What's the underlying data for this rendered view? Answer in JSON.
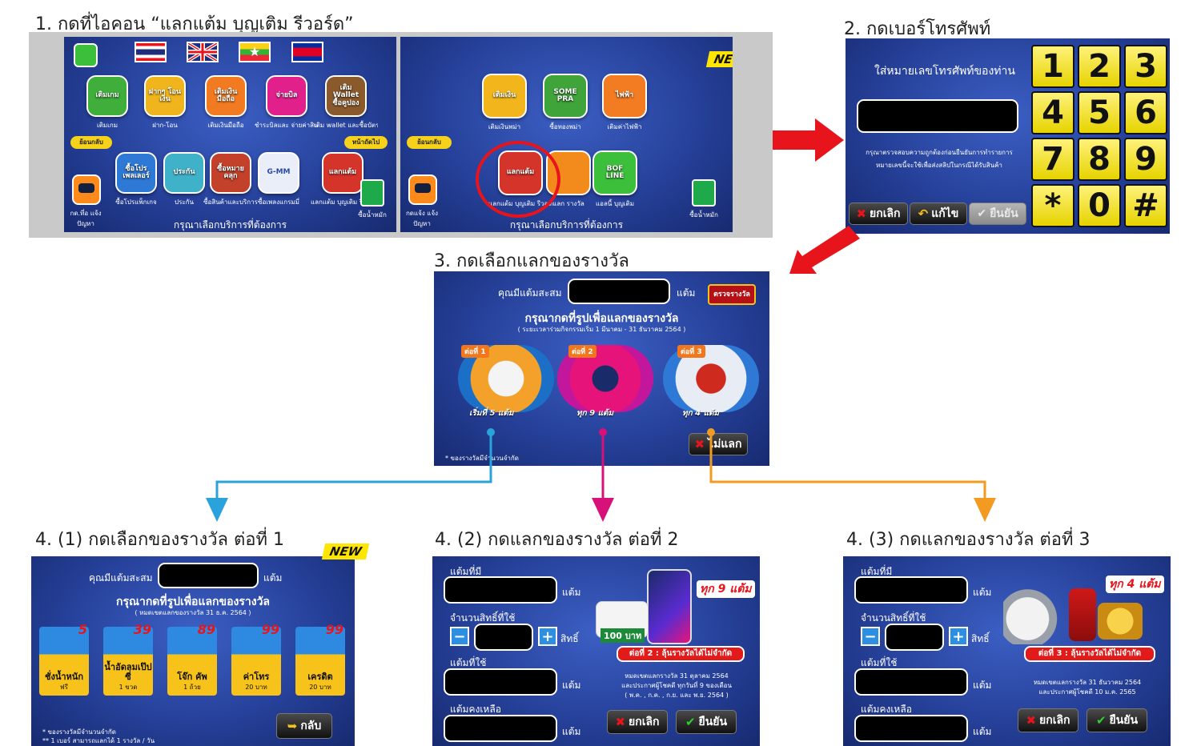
{
  "steps": {
    "step1_title": "1. กดที่ไอคอน “แลกแต้ม บุญเติม รีวอร์ด”",
    "step2_title": "2. กดเบอร์โทรศัพท์",
    "step3_title": "3. กดเลือกแลกของรางวัล",
    "step4a_title": "4. (1) กดเลือกของรางวัล ต่อที่ 1",
    "step4b_title": "4. (2) กดแลกของรางวัล ต่อที่ 2",
    "step4c_title": "4. (3) กดแลกของรางวัล ต่อที่ 3"
  },
  "colors": {
    "arrow_red": "#e8141c",
    "branch_blue": "#2aa3dc",
    "branch_magenta": "#d6127a",
    "branch_orange": "#f39a22",
    "keypad_yellow": "#f4e21a"
  },
  "screen1a": {
    "tiles": [
      {
        "label": "เติมเกม",
        "caption": "เติมเกม",
        "color": "#3fae3a"
      },
      {
        "label": "ฝากๆ โอนเงิน",
        "caption": "ฝาก-โอน",
        "color": "#f0b41c"
      },
      {
        "label": "เติมเงิน มือถือ",
        "caption": "เติมเงินมือถือ",
        "color": "#f27b21"
      },
      {
        "label": "จ่ายบิล",
        "caption": "ชำระบิลและ จ่ายค่าสินค้า",
        "color": "#e2208c"
      },
      {
        "label": "เติม Wallet ซื้อคูปอง",
        "caption": "เติม wallet และซื้อบัตร",
        "color": "#8a5a2c"
      },
      {
        "label": "ซื้อโปร เพลเลอร์",
        "caption": "ซื้อโปรแพ็กเกจ",
        "color": "#2e79d6"
      },
      {
        "label": "ประกัน",
        "caption": "ประกัน",
        "color": "#3fb1c9"
      },
      {
        "label": "ซื้อหมาย คลุก",
        "caption": "ซื้อสินค้าและบริการ",
        "color": "#c3412b"
      },
      {
        "label": "G-MM",
        "caption": "ซื้อเพลงแกรมมี่",
        "color": "#e9eef8"
      },
      {
        "label": "แลกแต้ม",
        "caption": "แลกแต้ม บุญเติม รีวอร์ด",
        "color": "#d4342a"
      }
    ],
    "footer": "กรุณาเลือกบริการที่ต้องการ",
    "pill_back": "ย้อนกลับ",
    "pill_next": "หน้าถัดไป",
    "robot_caption": "กด.ที่อ แจ้งปัญหา",
    "bag_caption": "ซื้อน้ำหมัก"
  },
  "screen1b": {
    "new_badge": "NEW",
    "tiles": [
      {
        "label": "เติมเงิน",
        "caption": "เติมเงินพม่า",
        "color": "#f2b51c"
      },
      {
        "label": "SOME PRA",
        "caption": "ซื้อทองพม่า",
        "color": "#3fa53a"
      },
      {
        "label": "ไฟฟ้า",
        "caption": "เติมค่าไฟฟ้า",
        "color": "#f37b21"
      },
      {
        "label": "แลกแต้ม",
        "caption": "แลกแต้ม บุญเติม รีวอร์ด",
        "color": "#d4342a"
      },
      {
        "label": "",
        "caption": "แลก รางวัล",
        "color": "#f38b1c"
      },
      {
        "label": "BOF LINE",
        "caption": "แอลนี้ บุญเติม",
        "color": "#3cbf3a"
      }
    ],
    "footer": "กรุณาเลือกบริการที่ต้องการ",
    "pill_back": "ย้อนกลับ",
    "robot_caption": "กดแจ้ง แจ้งปัญหา",
    "bag_caption": "ซื้อน้ำหมัก"
  },
  "screen2": {
    "prompt": "ใส่หมายเลขโทรศัพท์ของท่าน",
    "notice_line1": "กรุณาตรวจสอบความถูกต้องก่อนยืนยันการทำรายการ",
    "notice_line2": "หมายเลขนี้จะใช้เพื่อส่งสลิปในกรณีได้รับสินค้า",
    "cancel": "ยกเลิก",
    "edit": "แก้ไข",
    "confirm": "ยืนยัน",
    "keys": [
      "1",
      "2",
      "3",
      "4",
      "5",
      "6",
      "7",
      "8",
      "9",
      "*",
      "0",
      "#"
    ]
  },
  "screen3": {
    "points_label": "คุณมีแต้มสะสม",
    "points_unit": "แต้ม",
    "check_badge": "ตรวจรางวัล",
    "headline": "กรุณากดที่รูปเพื่อแลกของรางวัล",
    "period": "( ระยะเวลาร่วมกิจกรรมเริ่ม 1 มีนาคม - 31 ธันวาคม 2564 )",
    "prizes": [
      {
        "tag": "ต่อที่ 1",
        "caption": "เริ่มที่ 5 แต้ม"
      },
      {
        "tag": "ต่อที่ 2",
        "caption": "ทุก 9 แต้ม"
      },
      {
        "tag": "ต่อที่ 3",
        "caption": "ทุก 4 แต้ม"
      }
    ],
    "footnote": "* ของรางวัลมีจำนวนจำกัด",
    "decline": "ไม่แลก"
  },
  "screen4a": {
    "new_badge": "NEW",
    "points_label": "คุณมีแต้มสะสม",
    "points_unit": "แต้ม",
    "headline": "กรุณากดที่รูปเพื่อแลกของรางวัล",
    "period": "( หมดเขตแลกของรางวัล 31 ธ.ค. 2564 )",
    "rewards": [
      {
        "name": "ชั่งน้ำหนัก",
        "sub": "ฟรี",
        "num": "5",
        "color": "#f7c21a"
      },
      {
        "name": "น้ำอัดลมเป๊ปซี่",
        "sub": "1 ขวด",
        "num": "39",
        "color": "#f7c21a"
      },
      {
        "name": "โจ๊ก คัพ",
        "sub": "1 ถ้วย",
        "num": "89",
        "color": "#f7c21a"
      },
      {
        "name": "ค่าโทร",
        "sub": "20 บาท",
        "num": "99",
        "color": "#f7c21a"
      },
      {
        "name": "เครดิต",
        "sub": "20 บาท",
        "num": "99",
        "color": "#f7c21a"
      }
    ],
    "note1": "* ของรางวัลมีจำนวนจำกัด",
    "note2": "** 1 เบอร์ สามารถแลกได้ 1 รางวัล / วัน",
    "back": "กลับ"
  },
  "screen4b": {
    "have_label": "แต้มที่มี",
    "rights_label": "จำนวนสิทธิ์ที่ใช้",
    "use_label": "แต้มที่ใช้",
    "remain_label": "แต้มคงเหลือ",
    "unit_point": "แต้ม",
    "unit_right": "สิทธิ์",
    "minus": "−",
    "plus": "+",
    "voucher": "100 บาท",
    "badge": "ทุก 9 แต้ม",
    "ribbon": "ต่อที่ 2 : ลุ้นรางวัลได้ไม่จำกัด",
    "draw_line1": "หมดเขตแลกรางวัล 31 ตุลาคม 2564",
    "draw_line2": "และประกาศผู้โชคดี ทุกวันที่ 9 ของเดือน",
    "draw_line3": "( พ.ค. , ก.ค. , ก.ย. และ พ.ย. 2564 )",
    "cancel": "ยกเลิก",
    "confirm": "ยืนยัน"
  },
  "screen4c": {
    "have_label": "แต้มที่มี",
    "rights_label": "จำนวนสิทธิ์ที่ใช้",
    "use_label": "แต้มที่ใช้",
    "remain_label": "แต้มคงเหลือ",
    "unit_point": "แต้ม",
    "unit_right": "สิทธิ์",
    "minus": "−",
    "plus": "+",
    "badge": "ทุก 4 แต้ม",
    "ribbon": "ต่อที่ 3 : ลุ้นรางวัลได้ไม่จำกัด",
    "draw_line1": "หมดเขตแลกรางวัล 31 ธันวาคม 2564",
    "draw_line2": "และประกาศผู้โชคดี 10 ม.ค. 2565",
    "cancel": "ยกเลิก",
    "confirm": "ยืนยัน"
  }
}
